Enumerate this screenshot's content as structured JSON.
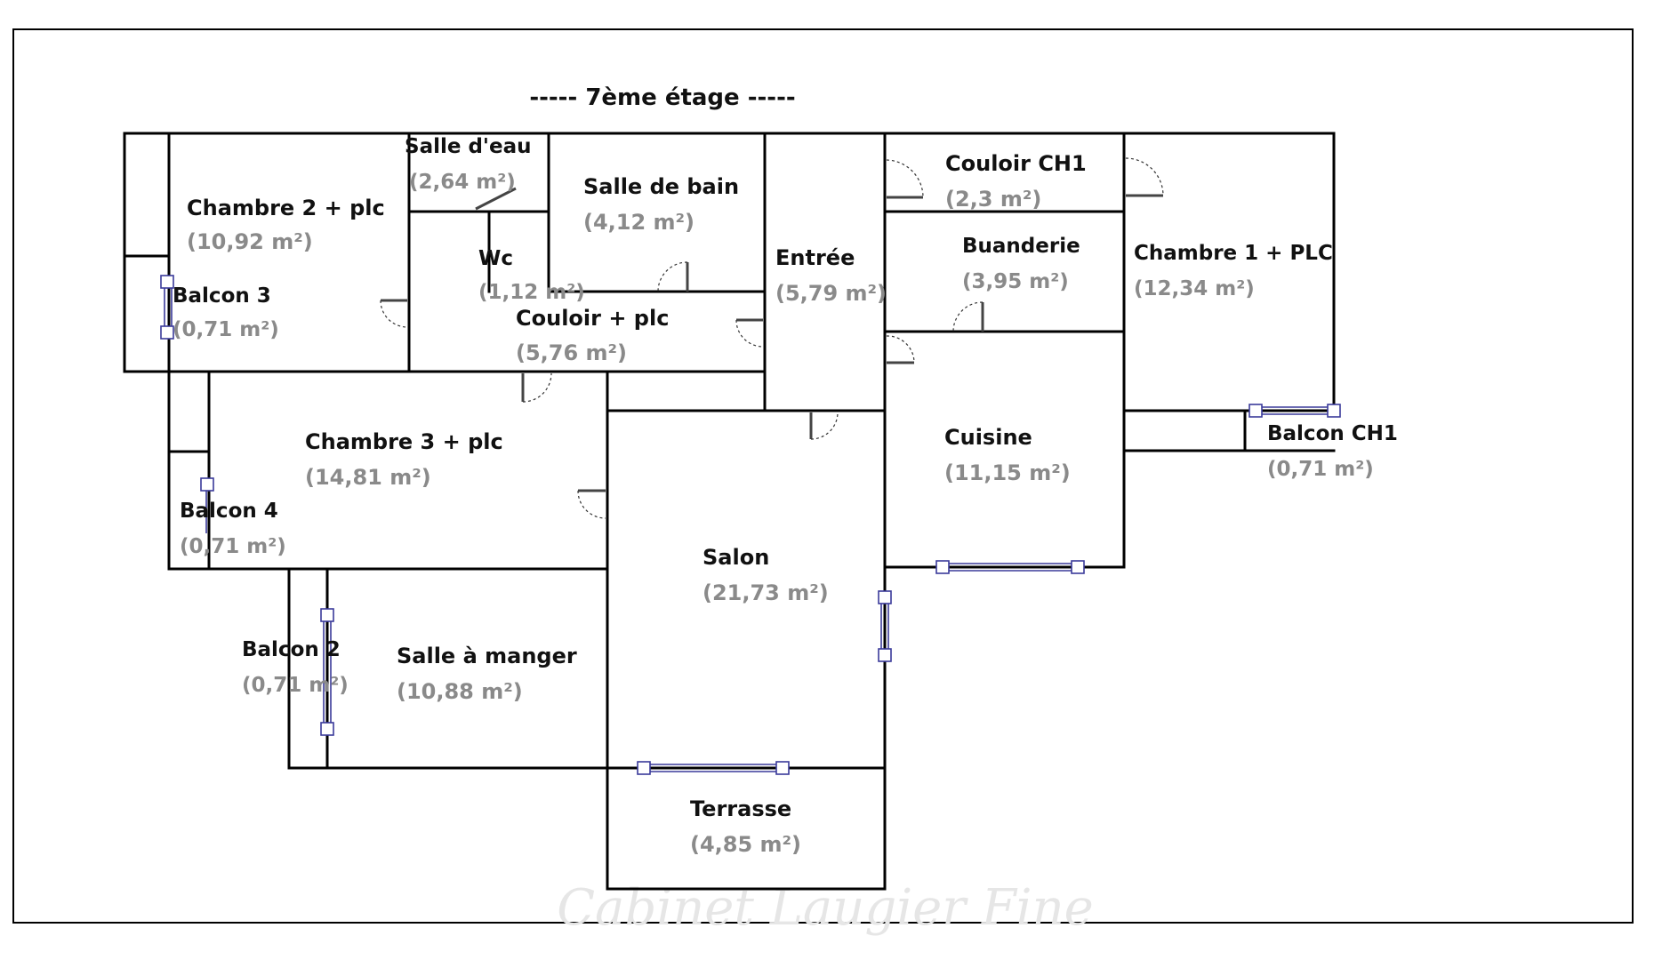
{
  "title": "-----  7ème étage  -----",
  "watermark": "Cabinet Laugier Fine",
  "rooms": [
    {
      "name": "Salle d'eau",
      "area": "(2,64 m²)"
    },
    {
      "name": "Salle de bain",
      "area": "(4,12 m²)"
    },
    {
      "name": "Couloir CH1",
      "area": "(2,3 m²)"
    },
    {
      "name": "Chambre 2 + plc",
      "area": "(10,92 m²)"
    },
    {
      "name": "Wc",
      "area": "(1,12 m²)"
    },
    {
      "name": "Entrée",
      "area": "(5,79 m²)"
    },
    {
      "name": "Buanderie",
      "area": "(3,95 m²)"
    },
    {
      "name": "Chambre 1 + PLC",
      "area": "(12,34 m²)"
    },
    {
      "name": "Balcon 3",
      "area": "(0,71 m²)"
    },
    {
      "name": "Couloir + plc",
      "area": "(5,76 m²)"
    },
    {
      "name": "Chambre 3 + plc",
      "area": "(14,81 m²)"
    },
    {
      "name": "Cuisine",
      "area": "(11,15 m²)"
    },
    {
      "name": "Balcon CH1",
      "area": "(0,71 m²)"
    },
    {
      "name": "Balcon 4",
      "area": "(0,71 m²)"
    },
    {
      "name": "Salon",
      "area": "(21,73 m²)"
    },
    {
      "name": "Balcon 2",
      "area": "(0,71 m²)"
    },
    {
      "name": "Salle à manger",
      "area": "(10,88 m²)"
    },
    {
      "name": "Terrasse",
      "area": "(4,85 m²)"
    }
  ]
}
